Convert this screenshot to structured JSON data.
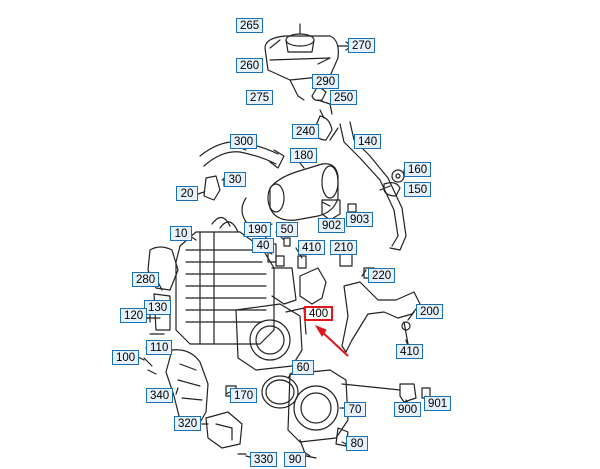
{
  "diagram": {
    "accent_color": "#1a6fb5",
    "highlight_color": "#e3151b",
    "highlighted_part": "400",
    "callouts": [
      "265",
      "260",
      "270",
      "290",
      "275",
      "250",
      "240",
      "300",
      "140",
      "180",
      "160",
      "150",
      "20",
      "30",
      "902",
      "903",
      "10",
      "190",
      "50",
      "210",
      "40",
      "410",
      "220",
      "280",
      "130",
      "120",
      "200",
      "110",
      "100",
      "60",
      "340",
      "170",
      "70",
      "900",
      "901",
      "320",
      "80",
      "330",
      "90",
      "400"
    ]
  }
}
